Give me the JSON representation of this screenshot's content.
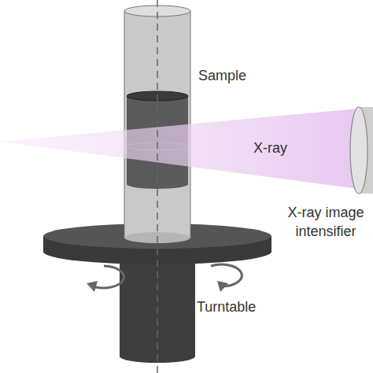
{
  "diagram": {
    "labels": [
      "Sample",
      "X-ray",
      "X-ray image intensifier",
      "Turntable"
    ]
  }
}
